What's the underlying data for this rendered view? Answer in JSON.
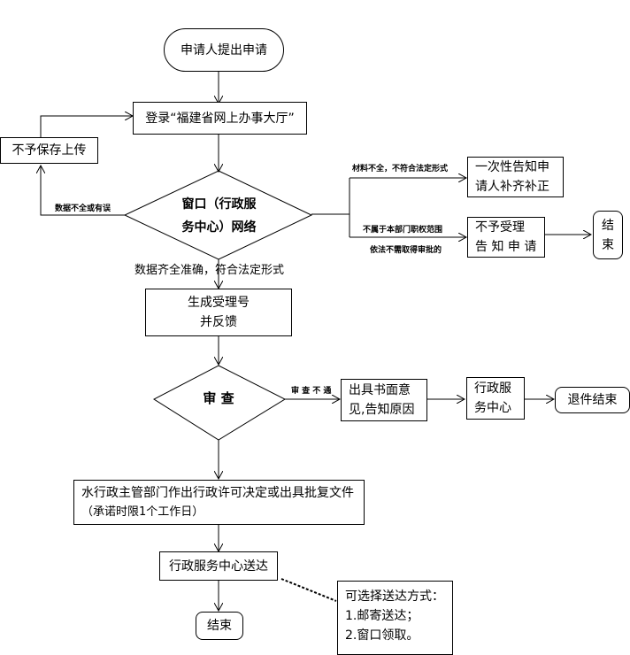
{
  "nodes": {
    "start": "申请人提出申请",
    "login": "登录“福建省网上办事大厅”",
    "no_save": "不予保存上传",
    "window_line1": "窗口（行政服",
    "window_line2": "务中心）网络",
    "notify_line1": "一次性告知申",
    "notify_line2": "请人补齐补正",
    "reject_line1": "不予受理",
    "reject_line2": "告 知 申 请",
    "end_right": [
      "结",
      "束"
    ],
    "accept_line1": "生成受理号",
    "accept_line2": "并反馈",
    "review": "审 查",
    "opinion_line1": "出具书面意",
    "opinion_line2": "见,告知原因",
    "service_center_line1": "行政服",
    "service_center_line2": "务中心",
    "return_end": "退件结束",
    "decision_line1": "水行政主管部门作出行政许可决定或出具批复文件",
    "decision_line2": "（承诺时限1个工作日）",
    "deliver": "行政服务中心送达",
    "end_bottom": "结束",
    "note_line1": "可选择送达方式：",
    "note_line2": "1.邮寄送达；",
    "note_line3": "2.窗口领取。"
  },
  "edge_labels": {
    "incomplete_data": "数据不全或有误",
    "incomplete_materials": "材料不全，不符合法定形式",
    "out_of_scope_line1": "不属于本部门职权范围",
    "out_of_scope_line2": "依法不需取得审批的",
    "data_ok": "数据齐全准确，符合法定形式",
    "review_fail": "审 查 不 通"
  }
}
